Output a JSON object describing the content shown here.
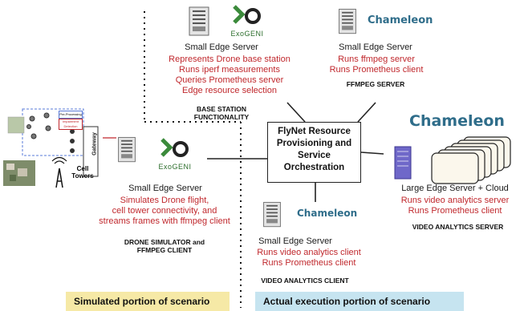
{
  "central": {
    "lines": [
      "FlyNet Resource",
      "Provisioning and",
      "Service",
      "Orchestration"
    ]
  },
  "base_station": {
    "title": "Small Edge Server",
    "desc": [
      "Represents Drone base station",
      "Runs iperf measurements",
      "Queries Prometheus server",
      "Edge resource selection"
    ],
    "footer": [
      "BASE STATION",
      "FUNCTIONALITY"
    ],
    "logo": "ExoGENI"
  },
  "ffmpeg_server": {
    "title": "Small Edge Server",
    "desc": [
      "Runs ffmpeg server",
      "Runs Prometheus client"
    ],
    "footer": "FFMPEG SERVER",
    "logo": "Chameleon"
  },
  "drone_sim": {
    "title": "Small Edge Server",
    "desc": [
      "Simulates Drone flight,",
      "cell tower connectivity, and",
      "streams frames with ffmpeg client"
    ],
    "footer": [
      "DRONE SIMULATOR and",
      "FFMPEG CLIENT"
    ],
    "logo": "ExoGENI"
  },
  "video_client": {
    "title": "Small Edge Server",
    "desc": [
      "Runs video analytics client",
      "Runs Prometheus client"
    ],
    "footer": "VIDEO ANALYTICS CLIENT",
    "logo": "Chameleon"
  },
  "video_server": {
    "title": "Large Edge Server + Cloud",
    "desc": [
      "Runs video analytics server",
      "Runs Prometheus client"
    ],
    "footer": "VIDEO ANALYTICS SERVER",
    "logo": "Chameleon"
  },
  "left_scene": {
    "preprocessing": "Pre-Processing",
    "impairment": "Impairment Detection",
    "gateway": "Gateway",
    "cell_towers": [
      "Cell",
      "Towers"
    ]
  },
  "banners": {
    "simulated": "Simulated portion of scenario",
    "actual": "Actual execution portion of scenario"
  },
  "colors": {
    "red_text": "#c0282d",
    "simulated_banner": "#f6e9a6",
    "actual_banner": "#c6e4f0",
    "chameleon_green": "#5aa845",
    "chameleon_blue": "#2f6d8a"
  }
}
